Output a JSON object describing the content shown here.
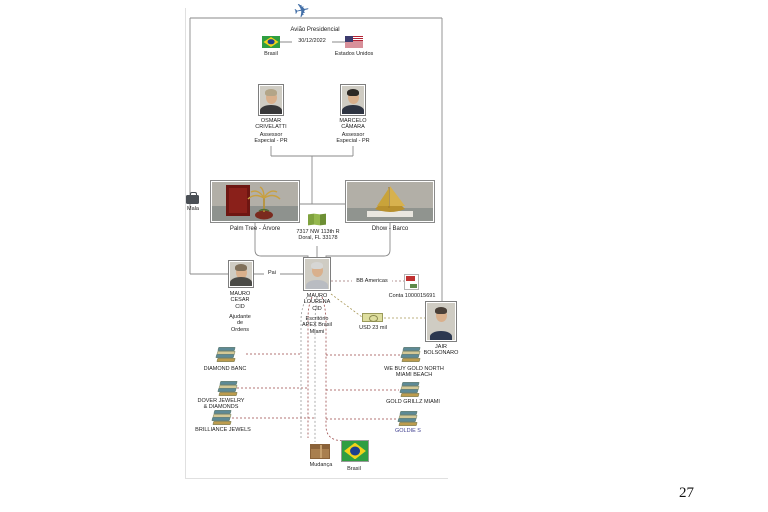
{
  "page_number": "27",
  "colors": {
    "connector": "#8a8a8a",
    "relation_dashed": "#9b4a4a",
    "money_dashed": "#a89858",
    "plane_blue": "#4470a8"
  },
  "icons": {
    "plane": "✈"
  },
  "flight": {
    "title": "Avião Presidencial",
    "date": "30/12/2022",
    "origin_label": "Brasil",
    "destination_label": "Estados Unidos"
  },
  "advisors": {
    "osmar": {
      "name": "OSMAR\nCRIVELATTI",
      "role": "Assessor\nEspecial - PR"
    },
    "marcelo": {
      "name": "MARCELO\nCÂMARA",
      "role": "Assessor\nEspecial - PR"
    }
  },
  "items": {
    "palm_caption": "Palm Tree - Árvore",
    "dhow_caption": "Dhow - Barco",
    "address": "7317 NW 113th R\nDoral, FL 33178",
    "mala_label": "Mala"
  },
  "cids": {
    "mauro_cesar": {
      "name": "MAURO\nCESAR\nCID",
      "role": "Ajudante\nde\nOrdens"
    },
    "relation_label": "Pai",
    "mauro_lourena": {
      "name": "MAURO\nLOURENA\nCID",
      "role": "Escritório\nAPEX Brasil\nMiami"
    }
  },
  "bank": {
    "name": "BB Americas",
    "account": "Conta 1000015691"
  },
  "money": {
    "label": "USD 23 mil"
  },
  "bolsonaro": {
    "name": "JAIR\nBOLSONARO"
  },
  "stores": {
    "left": [
      "DIAMOND BANC",
      "DOVER JEWELRY\n& DIAMONDS",
      "BRILLIANCE JEWELS"
    ],
    "right": [
      "WE BUY GOLD NORTH\nMIAMI BEACH",
      "GOLD GRILLZ MIAMI",
      "GOLDIE S"
    ]
  },
  "bottom": {
    "mudanca_label": "Mudança",
    "brasil_label": "Brasil"
  }
}
